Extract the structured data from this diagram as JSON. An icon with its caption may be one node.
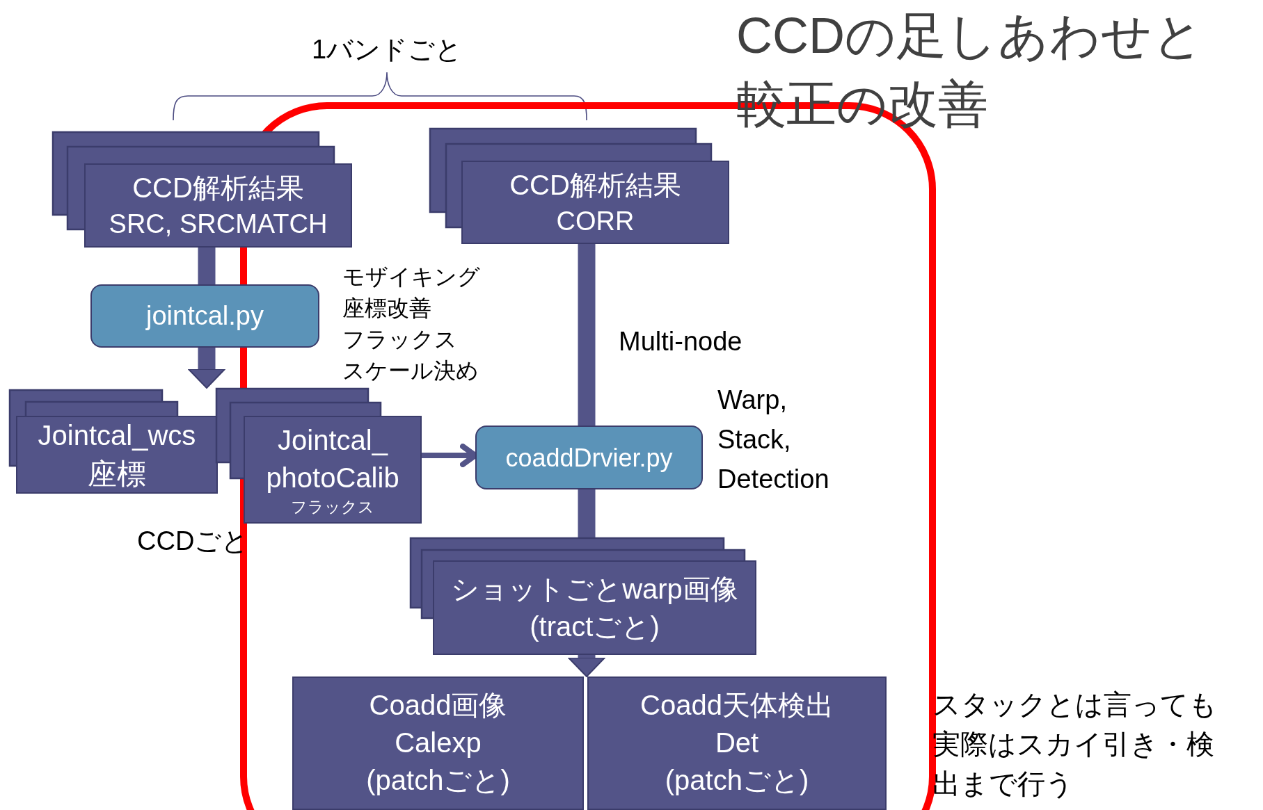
{
  "diagram": {
    "title": "CCDの足しあわせと較正の改善",
    "nodes": [
      {
        "text": [
          "CCD解析結果",
          "SRC, SRCMATCH"
        ]
      },
      {
        "text": [
          "jointcal.py"
        ]
      },
      {
        "text": [
          "Jointcal_wcs",
          "座標"
        ]
      },
      {
        "text": [
          "Jointcal_ photoCalib",
          "フラックス"
        ]
      },
      {
        "text": [
          "CCD解析結果",
          "CORR"
        ]
      },
      {
        "text": [
          "coaddDrvier.py"
        ]
      },
      {
        "text": [
          "ショットごとwarp画像",
          "(tractごと)"
        ]
      },
      {
        "text": [
          "Coadd画像",
          "Calexp",
          "(patchごと)"
        ]
      },
      {
        "text": [
          "Coadd天体検出",
          "Det",
          "(patchごと)"
        ]
      }
    ],
    "edges": [
      {
        "from": 0,
        "to": 1,
        "arrow": "none"
      },
      {
        "from": 1,
        "to": 2,
        "arrow": "to"
      },
      {
        "from": 1,
        "to": 3,
        "arrow": "to"
      },
      {
        "from": 3,
        "to": 5,
        "arrow": "to"
      },
      {
        "from": 4,
        "to": 5,
        "arrow": "none"
      },
      {
        "from": 5,
        "to": 6,
        "arrow": "none"
      },
      {
        "from": 6,
        "to": 7,
        "arrow": "to"
      },
      {
        "from": 6,
        "to": 8,
        "arrow": "to"
      }
    ],
    "labels": [
      "1バンドごと",
      "モザイキング",
      "座標改善",
      "フラックス",
      "スケール決め",
      "Multi-node",
      "Warp, Stack, Detection",
      "CCDごと",
      "スタックとは言っても実際はスカイ引き・検出まで行う"
    ]
  }
}
